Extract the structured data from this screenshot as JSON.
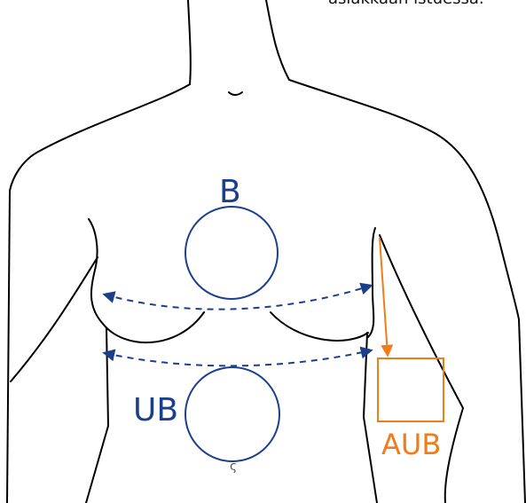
{
  "caption": "asiakkaan istuessa.",
  "labels": {
    "b": "B",
    "ub": "UB",
    "aub": "AUB",
    "navel_mark": "ς"
  },
  "colors": {
    "outline": "#000000",
    "measure": "#1c3f8c",
    "accent": "#f07d1a",
    "navel": "#555555"
  }
}
